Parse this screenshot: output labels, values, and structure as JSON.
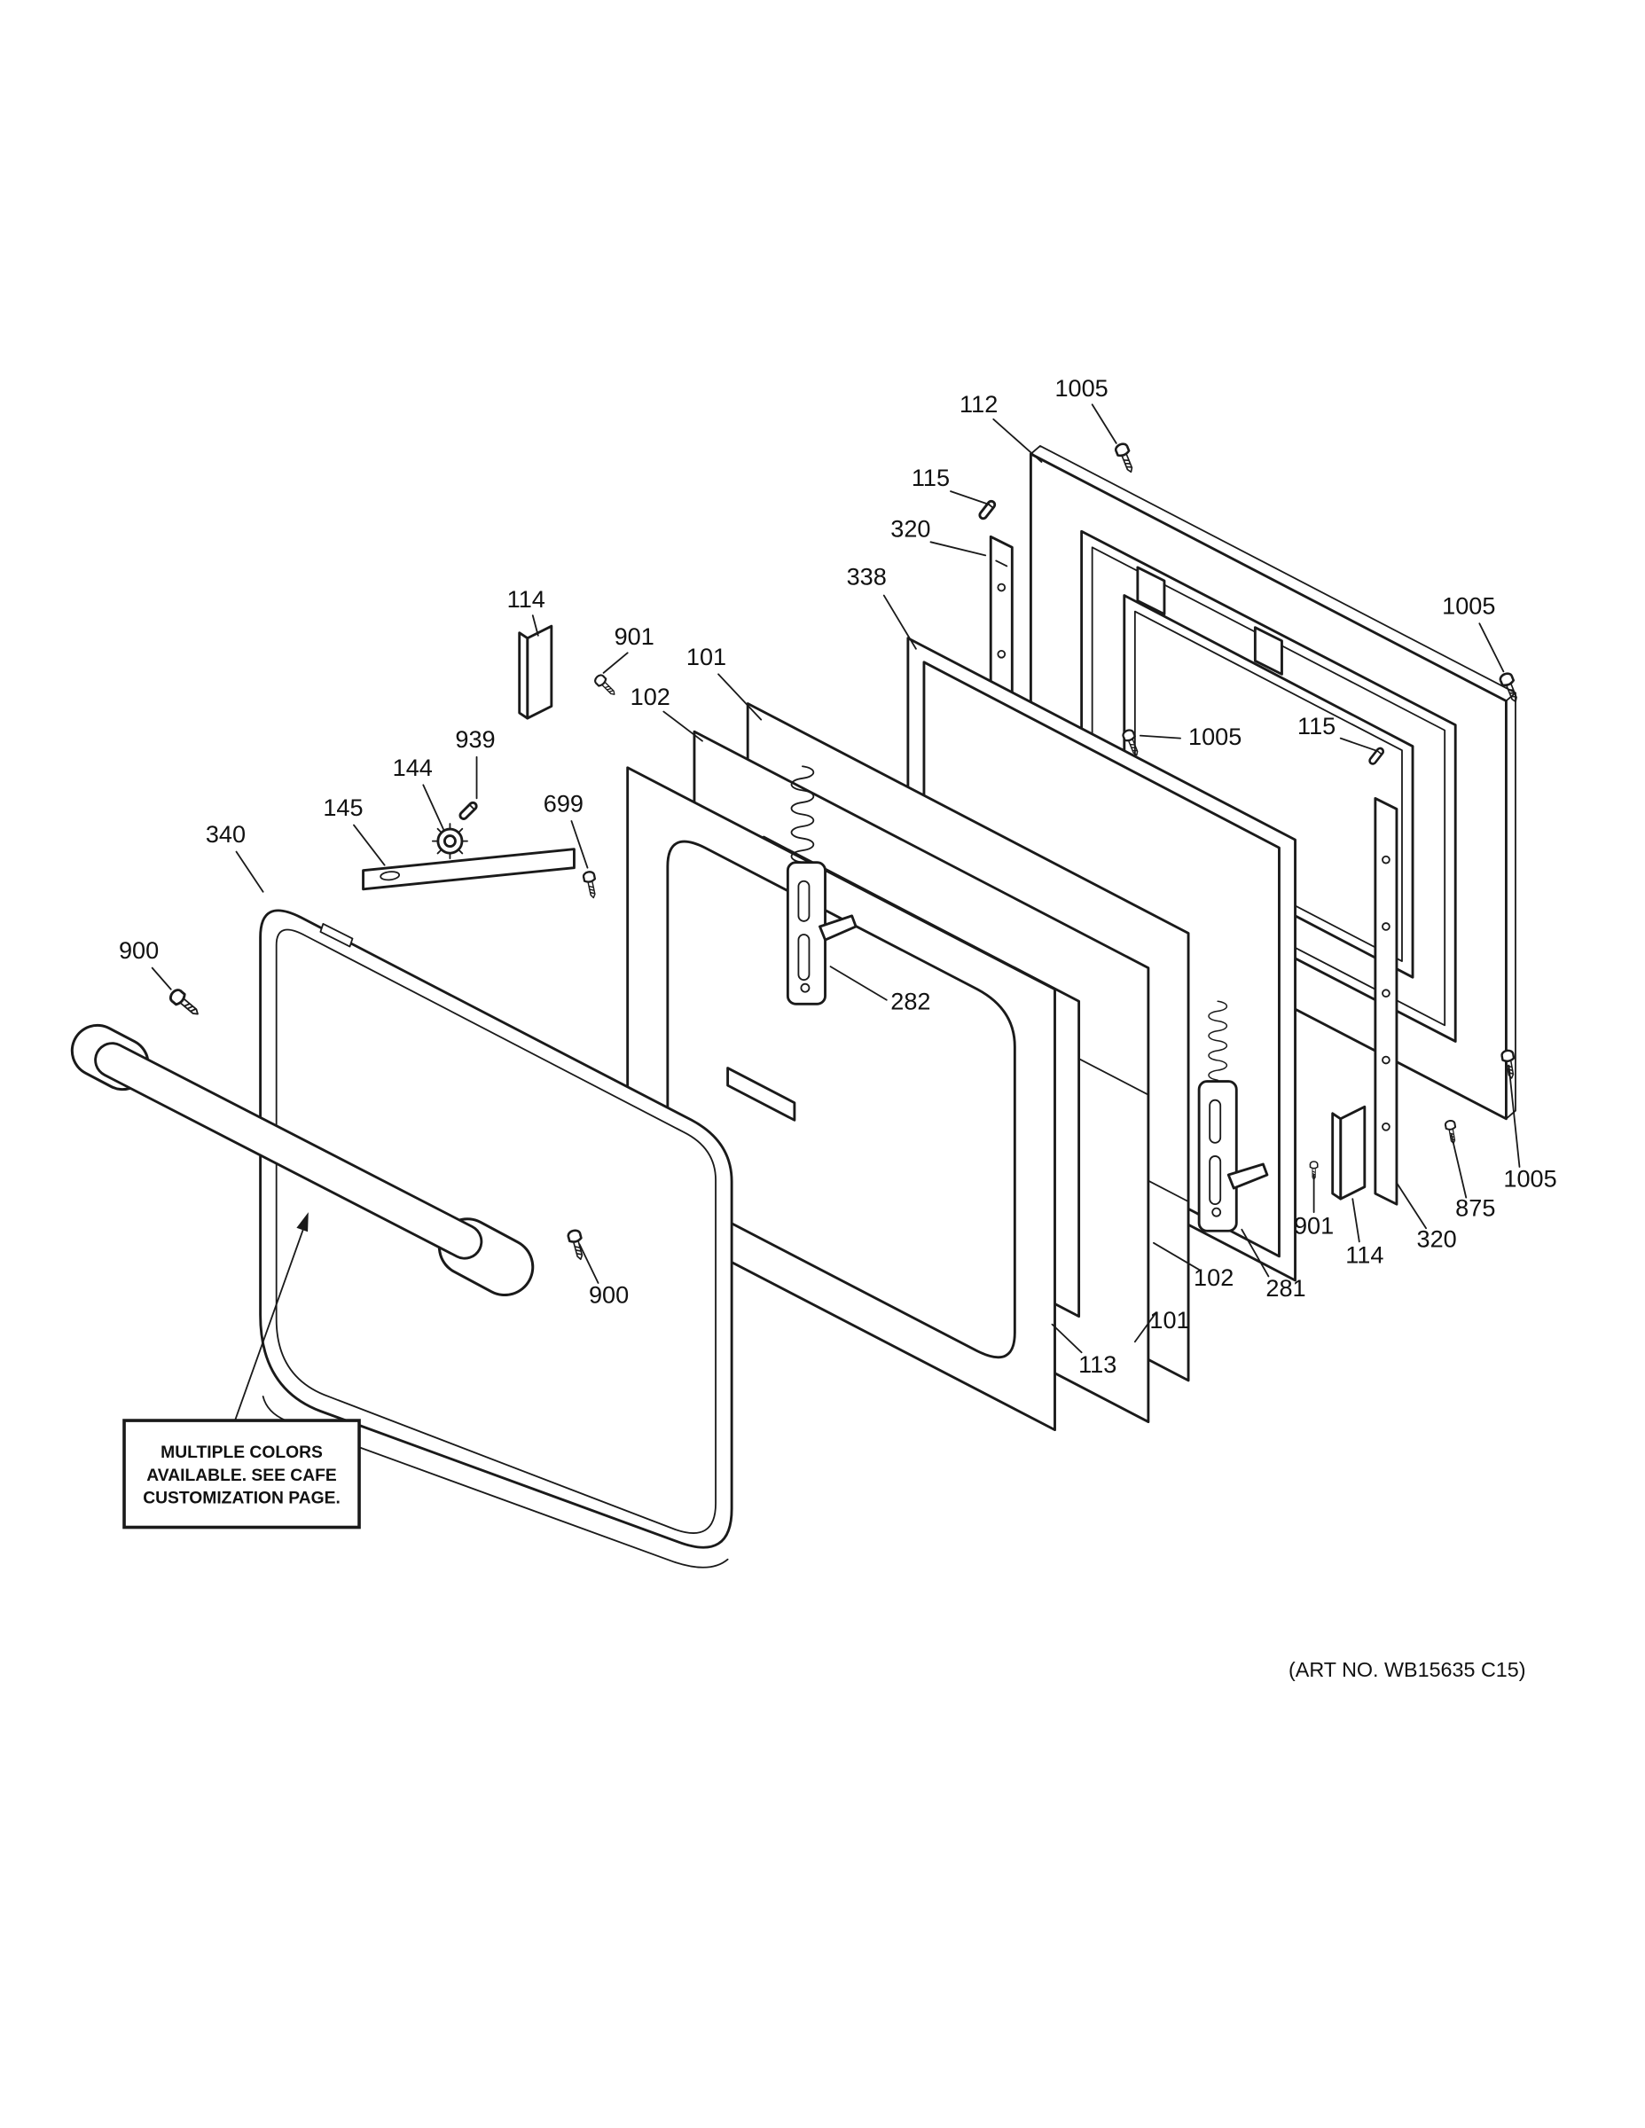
{
  "page": {
    "background": "#ffffff",
    "ink": "#1a1a1a"
  },
  "diagram": {
    "callouts": [
      {
        "text": "112"
      },
      {
        "text": "1005"
      },
      {
        "text": "115"
      },
      {
        "text": "320"
      },
      {
        "text": "338"
      },
      {
        "text": "114"
      },
      {
        "text": "901"
      },
      {
        "text": "101"
      },
      {
        "text": "102"
      },
      {
        "text": "939"
      },
      {
        "text": "144"
      },
      {
        "text": "145"
      },
      {
        "text": "699"
      },
      {
        "text": "340"
      },
      {
        "text": "1005"
      },
      {
        "text": "115"
      },
      {
        "text": "1005"
      },
      {
        "text": "900"
      },
      {
        "text": "282"
      },
      {
        "text": "900"
      },
      {
        "text": "901"
      },
      {
        "text": "114"
      },
      {
        "text": "320"
      },
      {
        "text": "875"
      },
      {
        "text": "1005"
      },
      {
        "text": "102"
      },
      {
        "text": "281"
      },
      {
        "text": "101"
      },
      {
        "text": "113"
      }
    ],
    "note": {
      "lines": [
        "MULTIPLE COLORS",
        "AVAILABLE. SEE CAFE",
        "CUSTOMIZATION PAGE."
      ]
    },
    "art_no": "(ART NO. WB15635 C15)"
  }
}
